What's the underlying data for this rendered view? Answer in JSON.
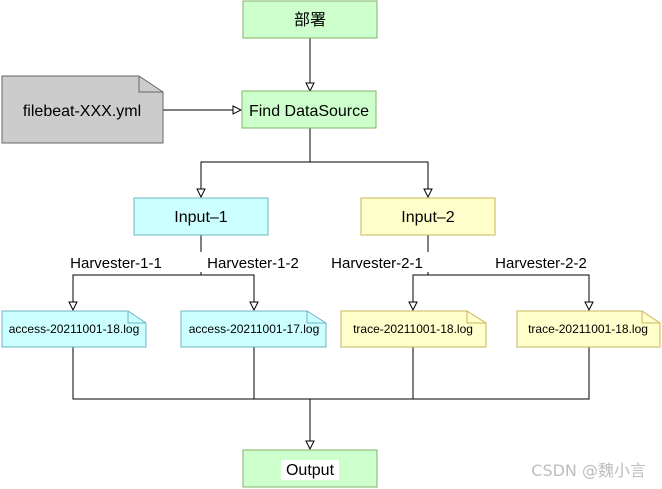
{
  "diagram": {
    "nodes": {
      "deploy": "部署",
      "config_file": "filebeat-XXX.yml",
      "find": "Find DataSource",
      "input1": "Input–1",
      "input2": "Input–2",
      "file_a1": "access-20211001-18.log",
      "file_a2": "access-20211001-17.log",
      "file_t1": "trace-20211001-18.log",
      "file_t2": "trace-20211001-18.log",
      "output": "Output"
    },
    "edge_labels": {
      "h11": "Harvester-1-1",
      "h12": "Harvester-1-2",
      "h21": "Harvester-2-1",
      "h22": "Harvester-2-2"
    },
    "watermark": "CSDN @魏小言",
    "colors": {
      "green_fill": "#ccffcc",
      "green_stroke": "#82b366",
      "cyan_fill": "#ccffff",
      "cyan_stroke": "#6fb3c6",
      "yellow_fill": "#ffffcc",
      "yellow_stroke": "#c7b55a",
      "gray_fill": "#cccccc",
      "gray_stroke": "#666666"
    }
  }
}
